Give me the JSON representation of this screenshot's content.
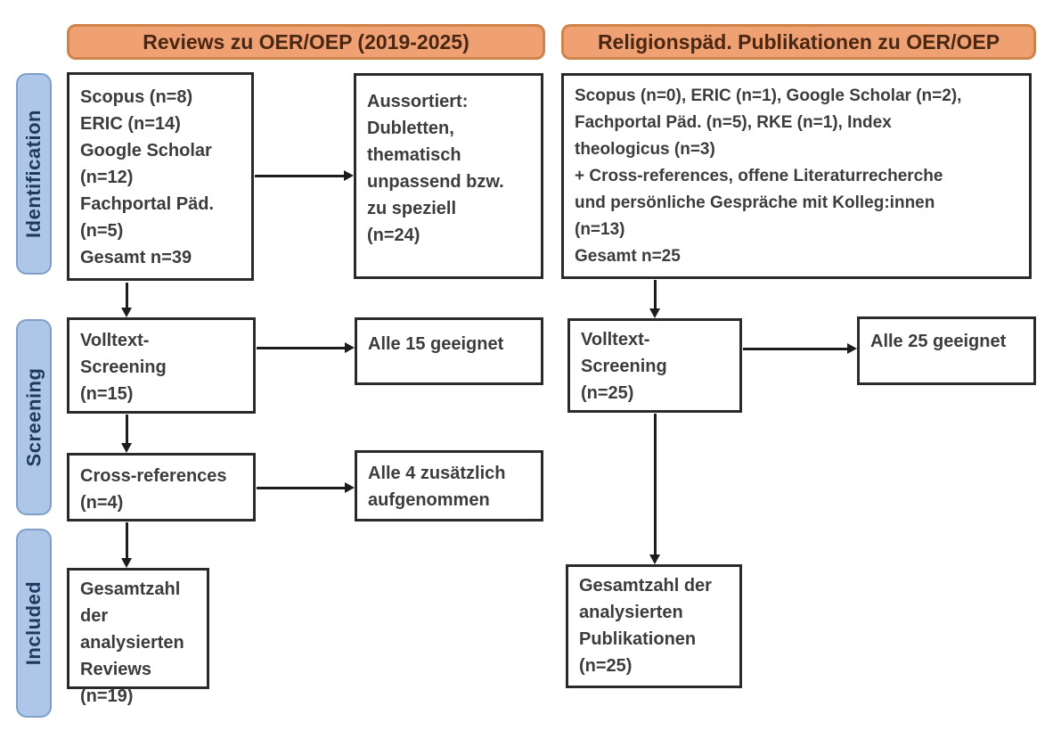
{
  "diagram": {
    "headers": {
      "left": "Reviews zu OER/OEP (2019-2025)",
      "right": "Religionspäd. Publikationen zu OER/OEP"
    },
    "stages": {
      "identification": "Identification",
      "screening": "Screening",
      "included": "Included"
    },
    "left_column": {
      "sources": "Scopus (n=8)\nERIC (n=14)\nGoogle Scholar\n(n=12)\nFachportal Päd.\n(n=5)\nGesamt n=39",
      "excluded": "Aussortiert:\nDubletten,\nthematisch\nunpassend bzw.\nzu speziell\n(n=24)",
      "fulltext_screening": "Volltext-\nScreening\n(n=15)",
      "fulltext_result": "Alle 15 geeignet",
      "cross_references": "Cross-references\n(n=4)",
      "cross_references_result": "Alle 4 zusätzlich\naufgenommen",
      "included_total": "Gesamtzahl der\nanalysierten\nReviews\n(n=19)"
    },
    "right_column": {
      "sources": "Scopus (n=0), ERIC (n=1), Google Scholar (n=2),\nFachportal Päd. (n=5), RKE (n=1), Index\ntheologicus (n=3)\n+ Cross-references, offene Literaturrecherche\nund persönliche Gespräche mit Kolleg:innen\n(n=13)\nGesamt n=25",
      "fulltext_screening": "Volltext-\nScreening\n(n=25)",
      "fulltext_result": "Alle 25 geeignet",
      "included_total": "Gesamtzahl der\nanalysierten\nPublikationen\n(n=25)"
    },
    "colors": {
      "header_fill": "#f0a173",
      "header_border": "#cf8349",
      "header_text": "#4a2713",
      "stage_fill": "#aec6e8",
      "stage_border": "#7f9fc9",
      "stage_text": "#203a5e",
      "box_border": "#2a2a2a",
      "box_text": "#3c3c3c",
      "arrow": "#1c1c1c"
    }
  }
}
